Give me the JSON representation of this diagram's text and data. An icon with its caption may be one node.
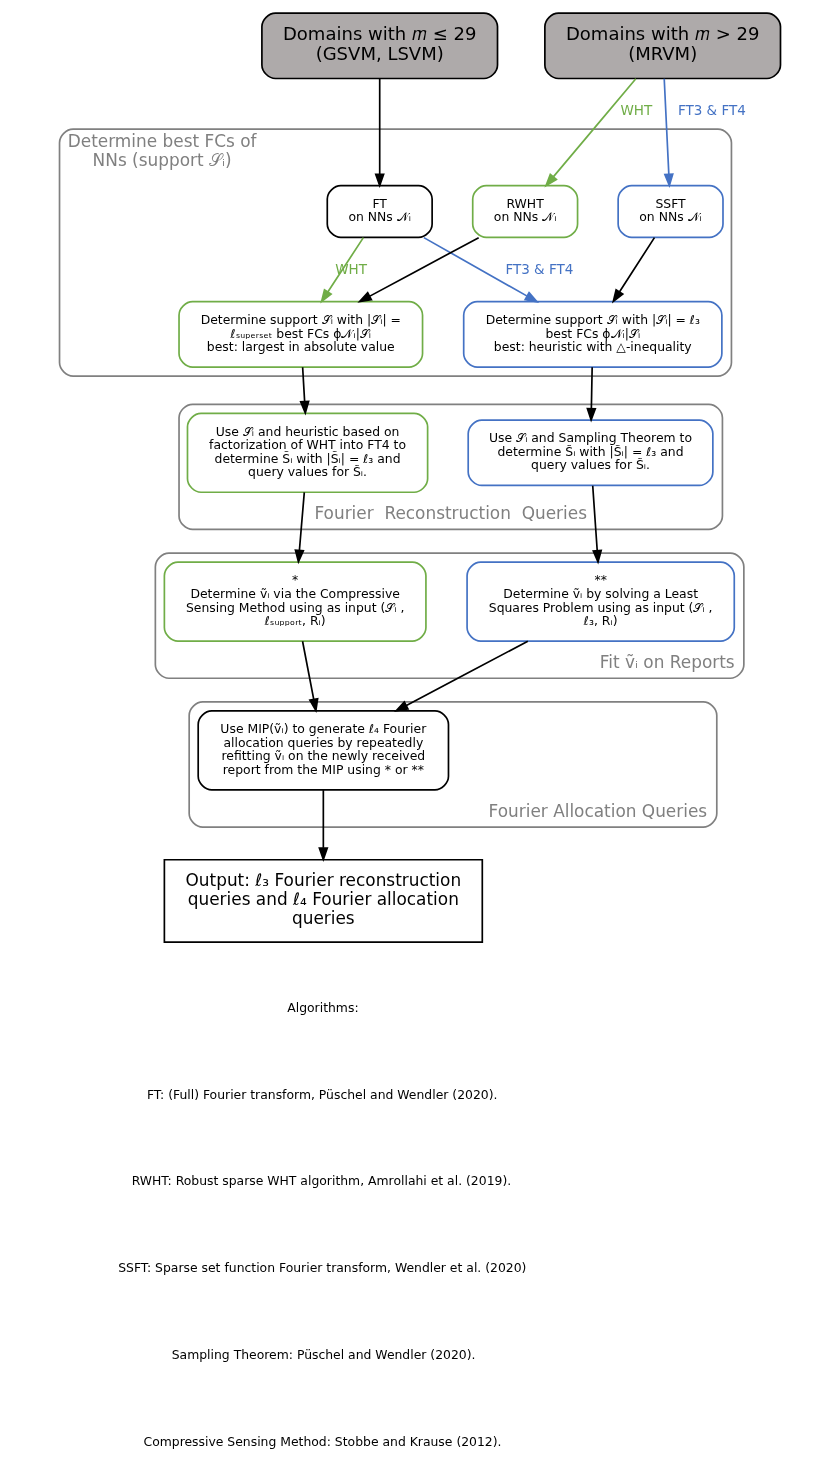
{
  "diagram": {
    "nodes": [
      {
        "text": [
          "Domains with 𝑚 ≤ 29",
          "(GSVM, LSVM)"
        ]
      },
      {
        "text": [
          "Domains with 𝑚 > 29",
          "(MRVM)"
        ]
      },
      {
        "text": [
          "Determine best FCs of NNs (support 𝒮ᵢ)"
        ]
      },
      {
        "text": [
          "FT",
          "on NNs 𝒩ᵢ"
        ],
        "in": 2
      },
      {
        "text": [
          "RWHT",
          "on NNs 𝒩ᵢ"
        ],
        "in": 2
      },
      {
        "text": [
          "SSFT",
          "on NNs 𝒩ᵢ"
        ],
        "in": 2
      },
      {
        "text": [
          "Determine support 𝒮ᵢ with |𝒮ᵢ| = ℓₛᵤₚₑᵣₛₑₜ best FCs ϕ𝒩ᵢ|𝒮ᵢ",
          "best: largest in absolute value"
        ],
        "in": 2
      },
      {
        "text": [
          "Determine support 𝒮ᵢ with |𝒮ᵢ| = ℓ₃ best FCs ϕ𝒩ᵢ|𝒮ᵢ",
          "best: heuristic with △-inequality"
        ],
        "in": 2
      },
      {
        "text": [
          "Fourier  Reconstruction  Queries"
        ]
      },
      {
        "text": [
          "Use 𝒮ᵢ and heuristic based on factorization of WHT into FT4 to determine S̃ᵢ with |S̃ᵢ| = ℓ₃ and query values for S̃ᵢ."
        ],
        "in": 8
      },
      {
        "text": [
          "Use 𝒮ᵢ and Sampling Theorem to determine S̃ᵢ with |S̃ᵢ| = ℓ₃ and query values for S̃ᵢ."
        ],
        "in": 8
      },
      {
        "text": [
          "Fit ṽᵢ on Reports"
        ]
      },
      {
        "text": [
          "*",
          "Determine ṽᵢ via the Compressive Sensing Method using as input (𝒮ᵢ , ℓₛᵤₚₚₒᵣₜ, Rᵢ)"
        ],
        "in": 11
      },
      {
        "text": [
          "**",
          "Determine ṽᵢ by solving a Least Squares Problem using as input (𝒮ᵢ , ℓ₃, Rᵢ)"
        ],
        "in": 11
      },
      {
        "text": [
          "Fourier Allocation Queries"
        ]
      },
      {
        "text": [
          "Use MIP(ṽᵢ) to generate ℓ₄ Fourier allocation queries by repeatedly refitting ṽᵢ on the newly received report from the MIP using * or **"
        ],
        "in": 14
      },
      {
        "text": [
          "Output: ℓ₃ Fourier reconstruction queries and ℓ₄ Fourier allocation queries"
        ]
      }
    ],
    "edges": [
      {
        "from": 0,
        "to": 3,
        "arrow": "to"
      },
      {
        "from": 1,
        "to": 4,
        "arrow": "to",
        "label": "WHT",
        "color": "#70ad47"
      },
      {
        "from": 1,
        "to": 5,
        "arrow": "to",
        "label": "FT3 & FT4",
        "color": "#4472c4"
      },
      {
        "from": 3,
        "to": 6,
        "arrow": "to",
        "label": "WHT",
        "color": "#70ad47"
      },
      {
        "from": 3,
        "to": 7,
        "arrow": "to",
        "label": "FT3 & FT4",
        "color": "#4472c4"
      },
      {
        "from": 4,
        "to": 6,
        "arrow": "to"
      },
      {
        "from": 5,
        "to": 7,
        "arrow": "to"
      },
      {
        "from": 6,
        "to": 9,
        "arrow": "to"
      },
      {
        "from": 7,
        "to": 10,
        "arrow": "to"
      },
      {
        "from": 9,
        "to": 12,
        "arrow": "to"
      },
      {
        "from": 10,
        "to": 13,
        "arrow": "to"
      },
      {
        "from": 12,
        "to": 15,
        "arrow": "to"
      },
      {
        "from": 13,
        "to": 15,
        "arrow": "to"
      },
      {
        "from": 15,
        "to": 16,
        "arrow": "to"
      }
    ],
    "labels": [
      "Algorithms:",
      "FT: (Full) Fourier transform, Püschel and Wendler (2020).",
      "RWHT: Robust sparse WHT algorithm, Amrollahi et al. (2019).",
      "SSFT: Sparse set function Fourier transform, Wendler et al. (2020)",
      "Sampling Theorem: Püschel and Wendler (2020).",
      "Compressive Sensing Method: Stobbe and Krause (2012)."
    ]
  }
}
